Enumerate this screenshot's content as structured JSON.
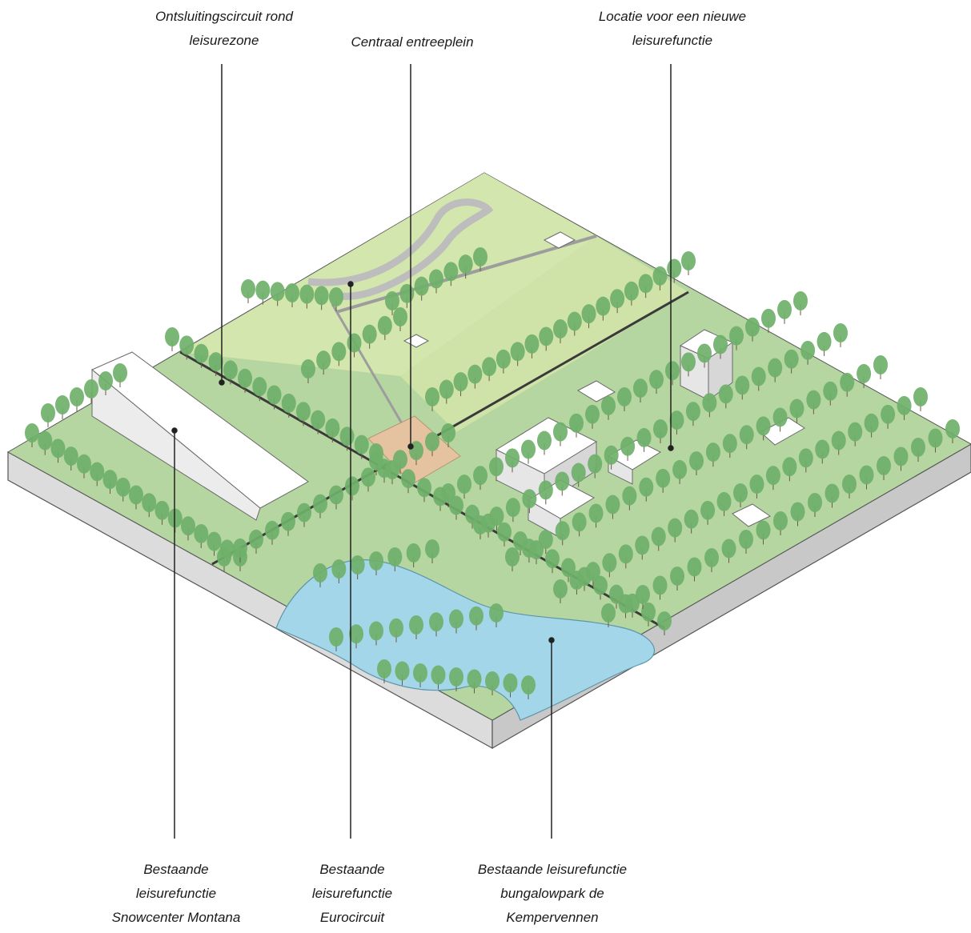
{
  "labels": {
    "ontsluitingscircuit": [
      "Ontsluitingscircuit rond",
      "leisurezone"
    ],
    "entreeplein": [
      "Centraal entreeplein"
    ],
    "nieuwe_leisure": [
      "Locatie voor een nieuwe",
      "leisurefunctie"
    ],
    "snowcenter": [
      "Bestaande",
      "leisurefunctie",
      "Snowcenter Montana"
    ],
    "eurocircuit": [
      "Bestaande",
      "leisurefunctie",
      "Eurocircuit"
    ],
    "kempervennen": [
      "Bestaande leisurefunctie",
      "bungalowpark de",
      "Kempervennen"
    ]
  },
  "colors": {
    "tree": "#6fb06a",
    "tree_dark": "#4f8f4c",
    "field": "#cfe3a8",
    "ground": "#a9cf95",
    "water": "#9fd3e6",
    "plaza": "#e5c3a0",
    "block_side": "#d9d9d9",
    "building": "#ffffff"
  }
}
